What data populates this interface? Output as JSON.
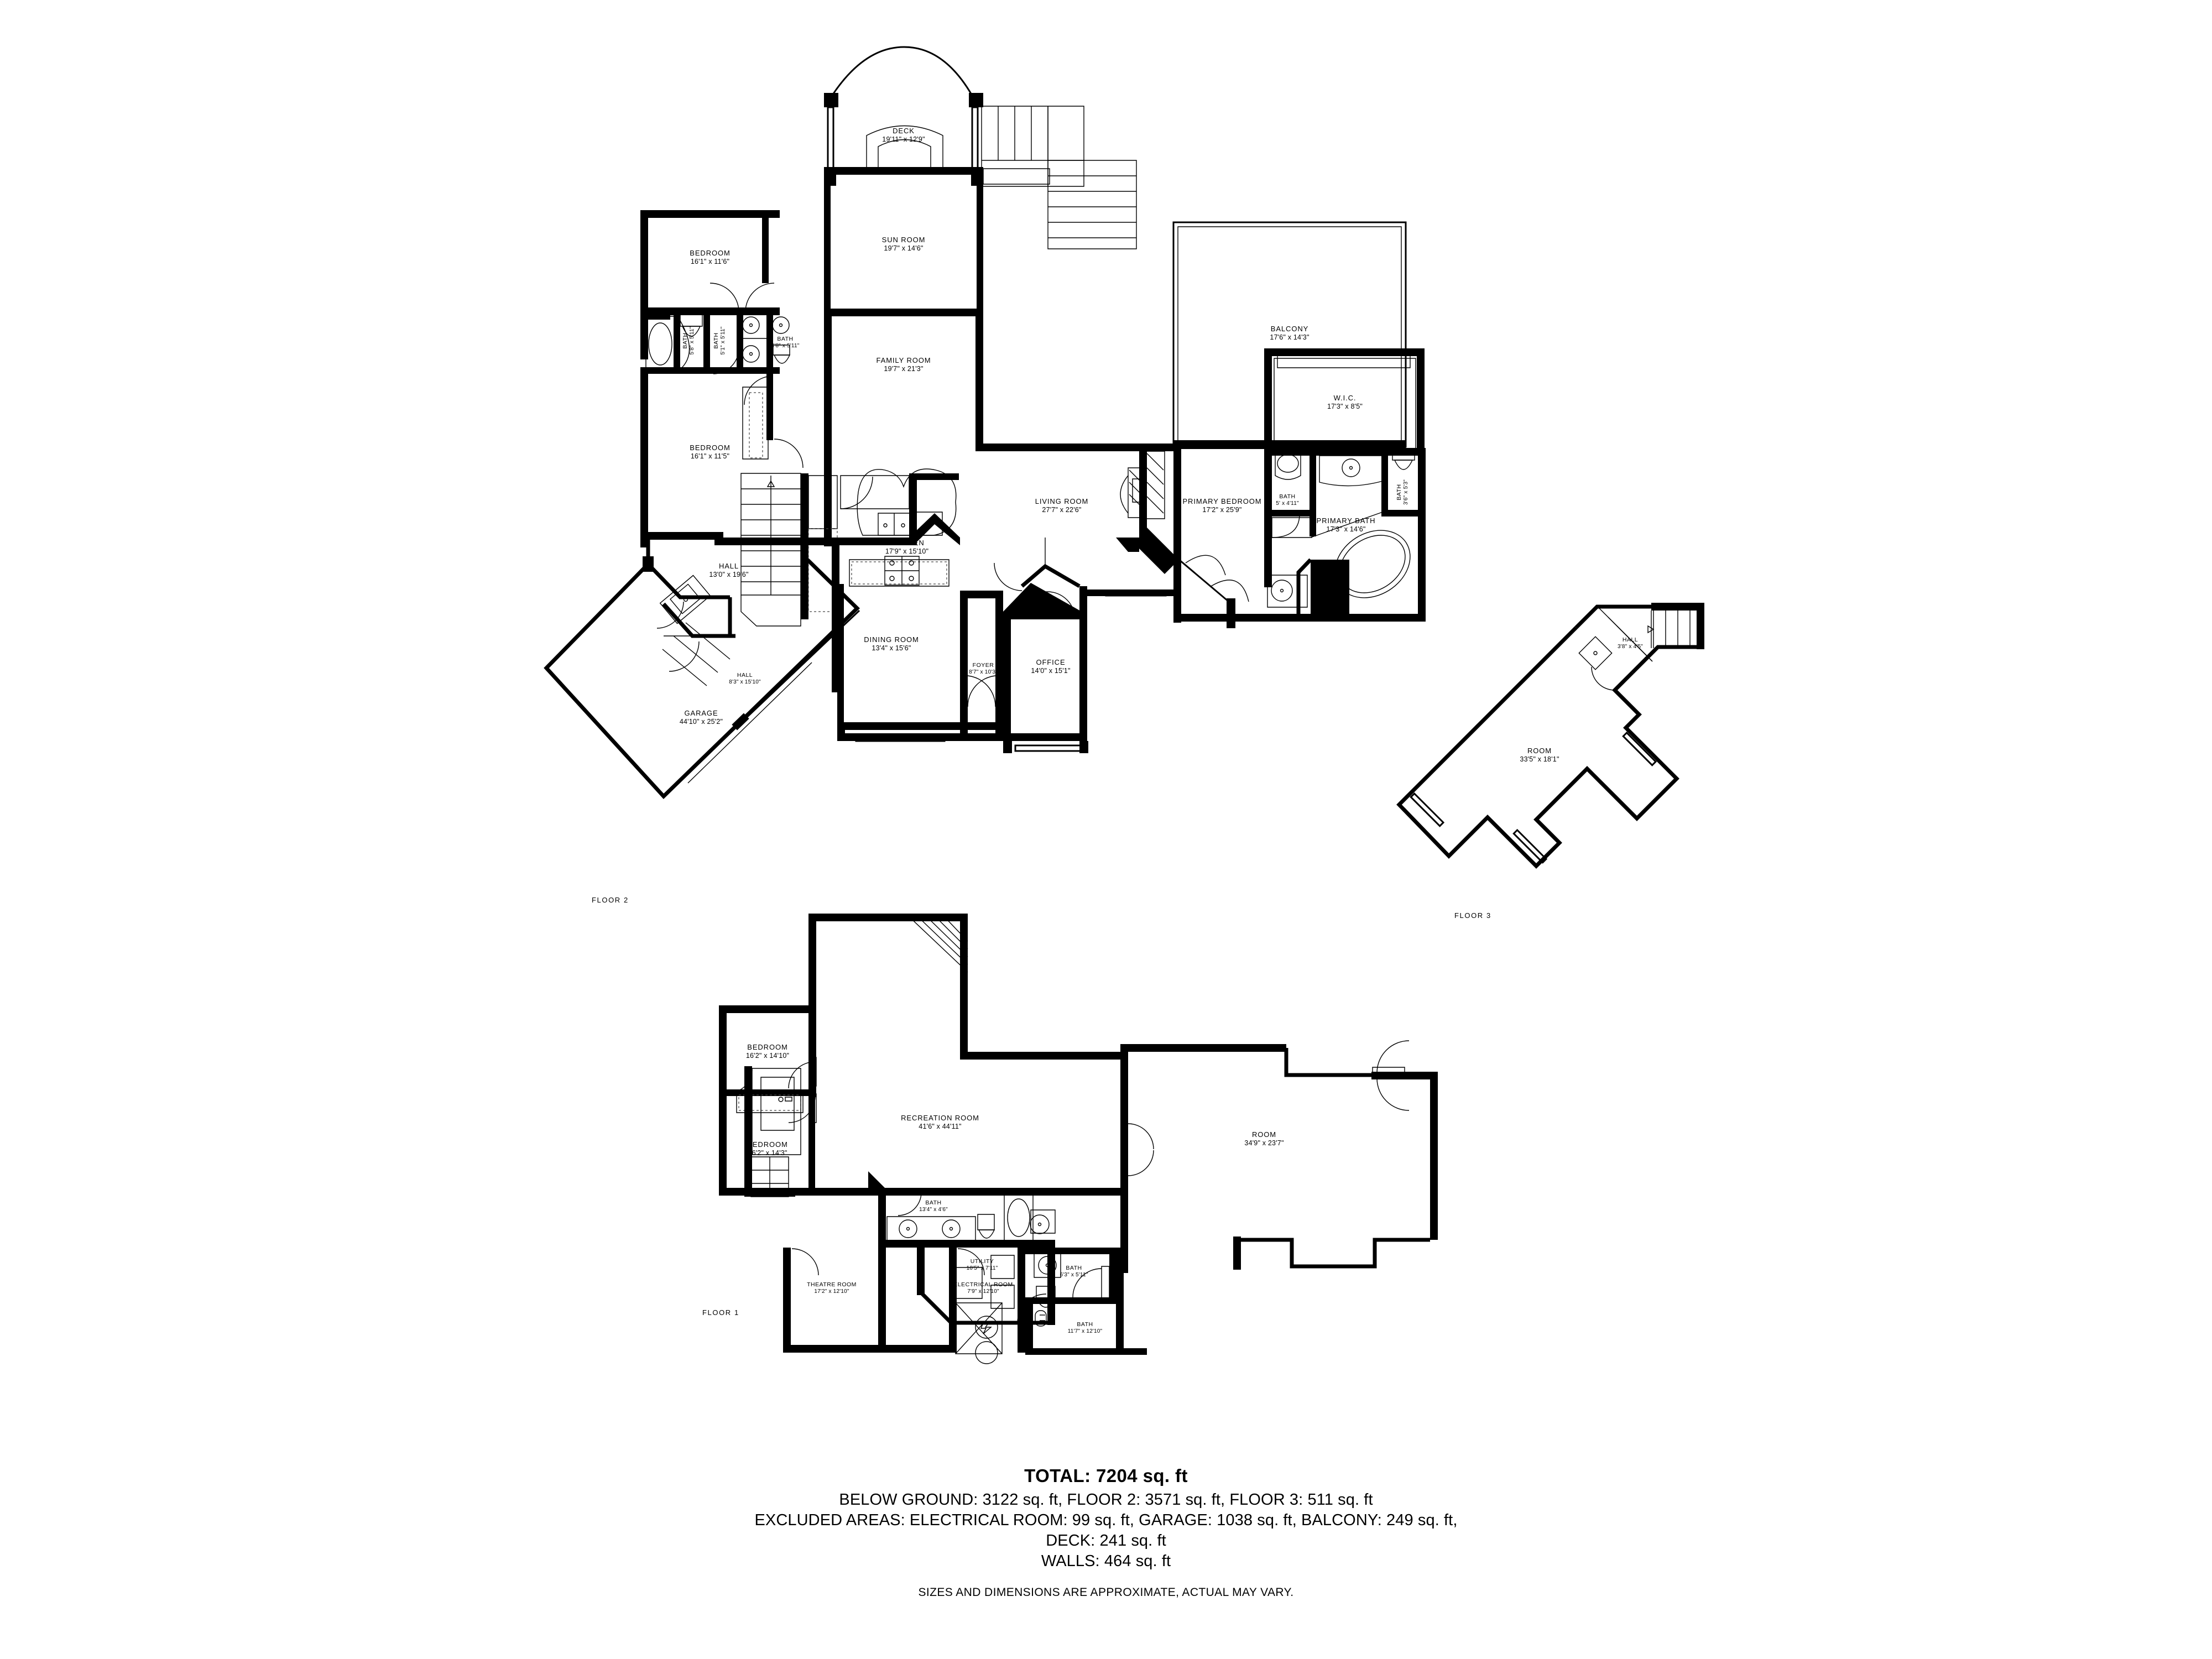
{
  "document": {
    "type": "real-estate-floor-plan",
    "floors": [
      {
        "tag": "FLOOR 2",
        "rooms": [
          {
            "name": "DECK",
            "dims": "19'11\" x 12'9\""
          },
          {
            "name": "SUN ROOM",
            "dims": "19'7\" x 14'6\""
          },
          {
            "name": "FAMILY ROOM",
            "dims": "19'7\" x 21'3\""
          },
          {
            "name": "BALCONY",
            "dims": "17'6\" x 14'3\""
          },
          {
            "name": "BEDROOM",
            "dims": "16'1\" x 11'6\""
          },
          {
            "name": "BEDROOM",
            "dims": "16'1\" x 11'5\""
          },
          {
            "name": "BATH",
            "dims": "5'8\" x 5'11\""
          },
          {
            "name": "BATH",
            "dims": "5'1\" x 5'11\""
          },
          {
            "name": "BATH",
            "dims": "4'8\" x 5'11\""
          },
          {
            "name": "KITCHEN",
            "dims": "17'9\" x 15'10\""
          },
          {
            "name": "LIVING ROOM",
            "dims": "27'7\" x 22'6\""
          },
          {
            "name": "PRIMARY BEDROOM",
            "dims": "17'2\" x 25'9\""
          },
          {
            "name": "W.I.C.",
            "dims": "17'3\" x 8'5\""
          },
          {
            "name": "BATH",
            "dims": "5' x 4'11\""
          },
          {
            "name": "BATH",
            "dims": "3'6\" x 5'3\""
          },
          {
            "name": "PRIMARY BATH",
            "dims": "17'3\" x 14'6\""
          },
          {
            "name": "HALL",
            "dims": "13'0\" x 19'6\""
          },
          {
            "name": "DINING ROOM",
            "dims": "13'4\" x 15'6\""
          },
          {
            "name": "FOYER",
            "dims": "8'7\" x 10'3\""
          },
          {
            "name": "OFFICE",
            "dims": "14'0\" x 15'1\""
          },
          {
            "name": "HALL",
            "dims": "8'3\" x 15'10\""
          },
          {
            "name": "GARAGE",
            "dims": "44'10\" x 25'2\""
          }
        ]
      },
      {
        "tag": "FLOOR 3",
        "rooms": [
          {
            "name": "HALL",
            "dims": "3'8\" x 4'5\""
          },
          {
            "name": "ROOM",
            "dims": "33'5\" x 18'1\""
          }
        ]
      },
      {
        "tag": "FLOOR 1",
        "rooms": [
          {
            "name": "BEDROOM",
            "dims": "16'2\" x 14'10\""
          },
          {
            "name": "BEDROOM",
            "dims": "16'2\" x 14'3\""
          },
          {
            "name": "RECREATION ROOM",
            "dims": "41'6\" x 44'11\""
          },
          {
            "name": "ROOM",
            "dims": "34'9\" x 23'7\""
          },
          {
            "name": "BATH",
            "dims": "13'4\" x 4'6\""
          },
          {
            "name": "UTILITY",
            "dims": "10'5\" x 7'11\""
          },
          {
            "name": "THEATRE ROOM",
            "dims": "17'2\" x 12'10\""
          },
          {
            "name": "ELECTRICAL ROOM",
            "dims": "7'9\" x 12'10\""
          },
          {
            "name": "BATH",
            "dims": "6'3\" x 5'11\""
          },
          {
            "name": "BATH",
            "dims": "11'7\" x 12'10\""
          }
        ]
      }
    ]
  },
  "summary": {
    "total": "TOTAL: 7204 sq. ft",
    "breakdown": "BELOW GROUND: 3122 sq. ft, FLOOR 2: 3571 sq. ft, FLOOR 3: 511 sq. ft",
    "excluded": "EXCLUDED AREAS: ELECTRICAL ROOM: 99 sq. ft, GARAGE: 1038 sq. ft, BALCONY: 249 sq. ft,",
    "deck": "DECK: 241 sq. ft",
    "walls": "WALLS: 464 sq. ft",
    "disclaimer": "SIZES AND DIMENSIONS ARE APPROXIMATE, ACTUAL MAY VARY."
  },
  "labels": {
    "floor1_tag": "FLOOR 1",
    "floor2_tag": "FLOOR 2",
    "floor3_tag": "FLOOR 3"
  }
}
